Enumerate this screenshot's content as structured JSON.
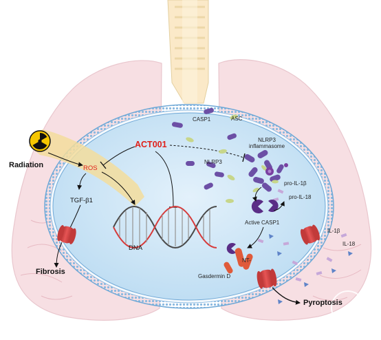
{
  "labels": {
    "radiation": "Radiation",
    "ros": "ROS",
    "tgfb1": "TGF-β1",
    "fibrosis": "Fibrosis",
    "act001": "ACT001",
    "dna": "DNA",
    "casp1": "CASP1",
    "asc": "ASC",
    "nlrp3": "NLRP3",
    "nlrp3_inflammasome_line1": "NLRP3",
    "nlrp3_inflammasome_line2": "inflammasome",
    "pro_il1b": "pro-IL-1β",
    "pro_il18": "pro-IL-18",
    "active_casp1": "Active CASP1",
    "nt": "NT-",
    "gasdermin_d": "Gasdermin D",
    "il1b": "IL-1β",
    "il18": "IL-18",
    "pyroptosis": "Pyroptosis"
  },
  "colors": {
    "act001_red": "#e0201a",
    "lung_pink": "#f6dde2",
    "trachea": "#fbe9c8",
    "cell_blue": "#c9e3f6",
    "membrane": "#6fa8d6",
    "casp1_purple": "#6c4fa5",
    "asc_green": "#c7d68a",
    "channel_red": "#d63b3b"
  },
  "icons": {
    "radiation": "radiation-hazard-icon",
    "membrane_channel": "membrane-channel-icon"
  }
}
